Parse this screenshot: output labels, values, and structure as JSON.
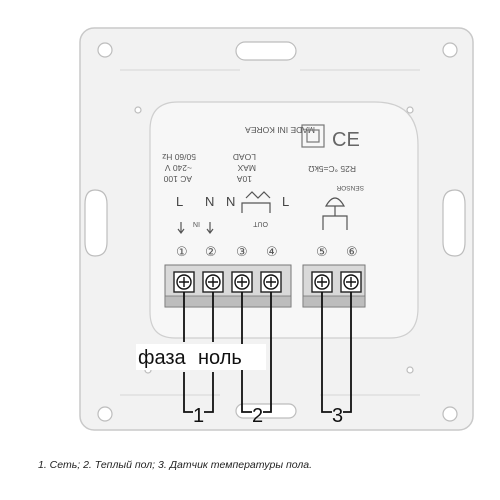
{
  "label_text": {
    "made_in": "MADE INI KOREA",
    "ac_rating": "AC 100",
    "ac_rating_2": "~240 V",
    "freq": "50/60 Hz",
    "amps": "10A",
    "max": "MAX",
    "load": "LOAD",
    "resistance": "R25 °C=5kΩ",
    "ce": "CE"
  },
  "terminal_labels": {
    "in": "IN",
    "out": "OUT",
    "sensor": "SENSOR",
    "letters": [
      "L",
      "N",
      "N",
      "L"
    ],
    "numbers": [
      "①",
      "②",
      "③",
      "④",
      "⑤",
      "⑥"
    ]
  },
  "annotations": {
    "phase": "фаза",
    "neutral": "ноль",
    "groups": [
      "1",
      "2",
      "3"
    ]
  },
  "caption": "1. Сеть; 2. Теплый пол; 3. Датчик температуры пола."
}
